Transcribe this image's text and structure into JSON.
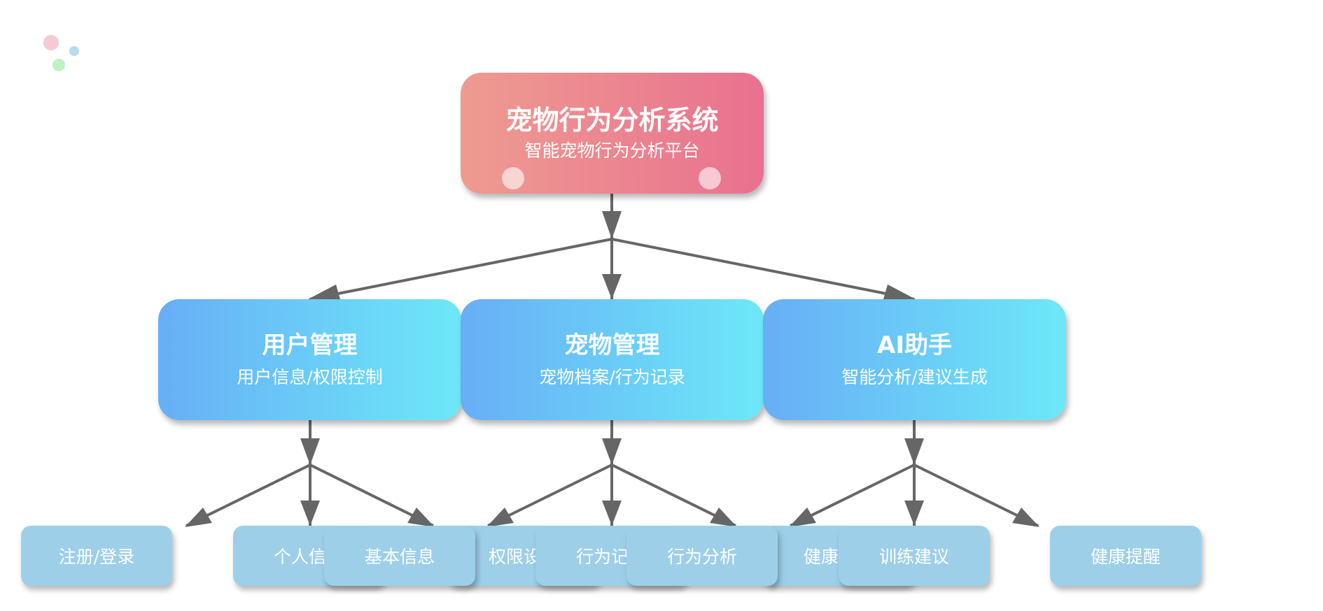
{
  "root": {
    "title": "宠物行为分析系统",
    "subtitle": "智能宠物行为分析平台"
  },
  "modules": [
    {
      "title": "用户管理",
      "subtitle": "用户信息/权限控制",
      "children": [
        "注册/登录",
        "个人信息",
        "权限设置"
      ]
    },
    {
      "title": "宠物管理",
      "subtitle": "宠物档案/行为记录",
      "children": [
        "基本信息",
        "行为记录",
        "健康档案"
      ]
    },
    {
      "title": "AI助手",
      "subtitle": "智能分析/建议生成",
      "children": [
        "行为分析",
        "训练建议",
        "健康提醒"
      ]
    }
  ],
  "colors": {
    "root_gradient": [
      "#ee9b90",
      "#e9718f"
    ],
    "module_gradient": [
      "#68aef6",
      "#6ce8f8"
    ],
    "leaf": "#9dcfe9",
    "edge": "#666666",
    "deco_dots": [
      "#f7c9d4",
      "#b5dcef",
      "#bdf2c3"
    ]
  }
}
